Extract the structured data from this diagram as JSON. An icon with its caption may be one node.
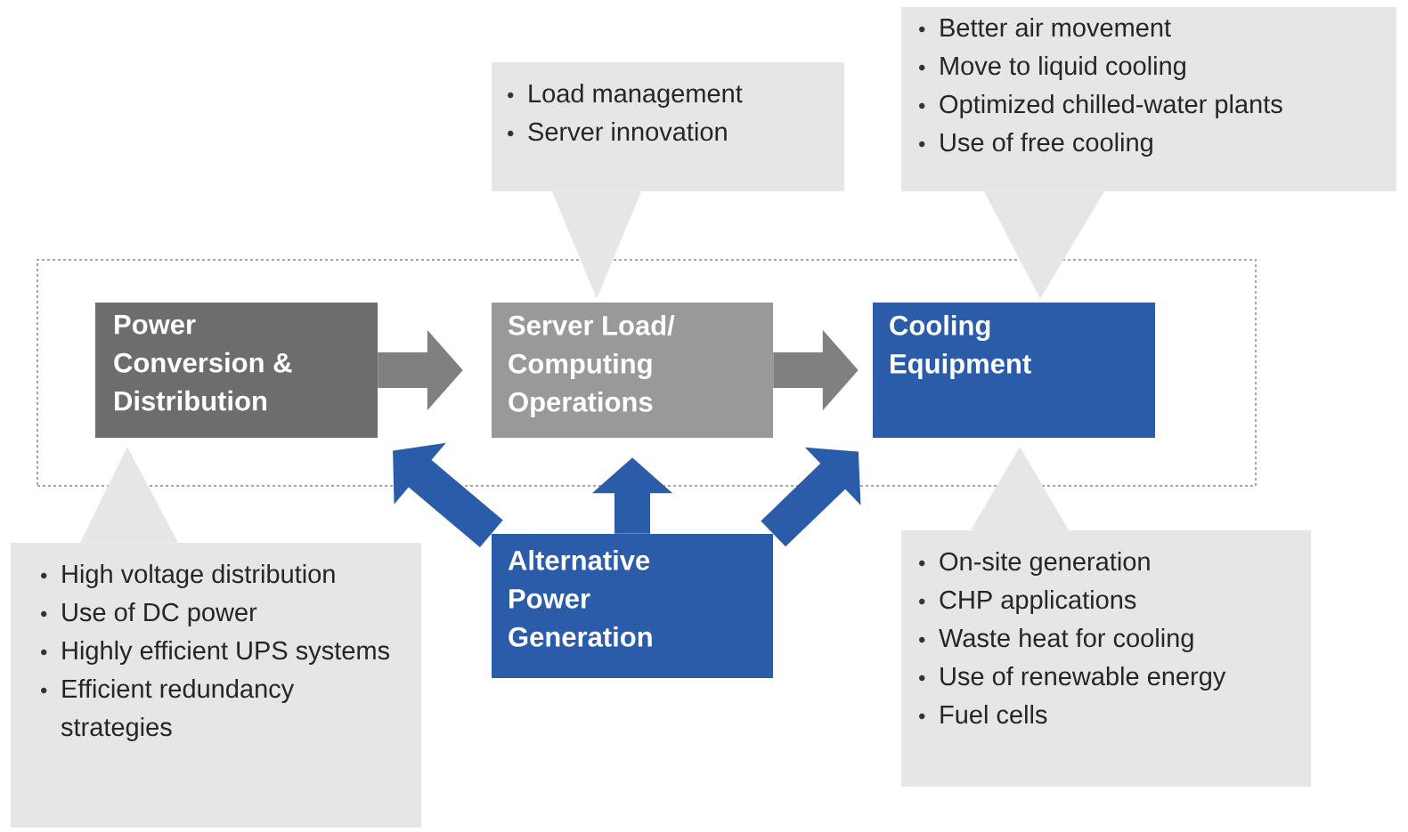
{
  "diagram": {
    "nodes": [
      {
        "text": [],
        "shape": "box"
      },
      {
        "text": [
          "Power Conversion & Distribution"
        ],
        "in": 0
      },
      {
        "text": [
          "Server Load/ Computing Operations"
        ],
        "in": 0
      },
      {
        "text": [
          "Cooling Equipment"
        ],
        "in": 0
      },
      {
        "text": [
          "Alternative Power Generation"
        ]
      },
      {
        "text": [
          "Load management",
          "Server innovation"
        ]
      },
      {
        "text": [
          "Better air movement",
          "Move to liquid cooling",
          "Optimized chilled-water plants",
          "Use of free cooling"
        ]
      },
      {
        "text": [
          "High voltage distribution",
          "Use of DC power",
          "Highly efficient UPS systems",
          "Efficient redundancy strategies"
        ]
      },
      {
        "text": [
          "On-site generation",
          "CHP applications",
          "Waste heat for cooling",
          "Use of renewable energy",
          "Fuel cells"
        ]
      }
    ],
    "edges": [
      {
        "from": 1,
        "to": 2,
        "arrow": "to",
        "color": "#808080"
      },
      {
        "from": 2,
        "to": 3,
        "arrow": "to",
        "color": "#808080"
      },
      {
        "from": 4,
        "to": 1,
        "arrow": "to"
      },
      {
        "from": 4,
        "to": 2,
        "arrow": "to"
      },
      {
        "from": 4,
        "to": 3,
        "arrow": "to"
      },
      {
        "from": 5,
        "to": 2,
        "arrow": "to"
      },
      {
        "from": 6,
        "to": 3,
        "arrow": "to"
      },
      {
        "from": 7,
        "to": 1,
        "arrow": "to"
      },
      {
        "from": 8,
        "to": 3,
        "arrow": "to"
      }
    ]
  }
}
